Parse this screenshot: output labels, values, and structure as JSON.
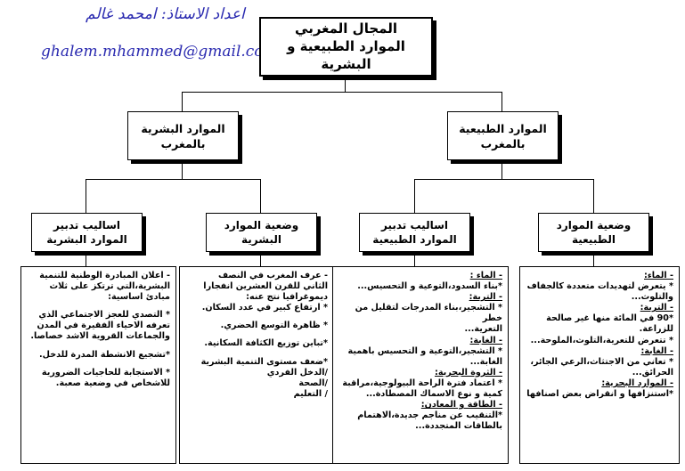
{
  "author": {
    "name": "اعداد الاستاذ: امحمد غالم",
    "email": "ghalem.mhammed@gmail.com"
  },
  "root": {
    "title": "المجال المغربي",
    "subtitle": "الموارد الطبيعية و البشرية"
  },
  "branches": {
    "human": {
      "line1": "الموارد البشرية",
      "line2": "بالمغرب"
    },
    "natural": {
      "line1": "الموارد الطبيعية",
      "line2": "بالمغرب"
    }
  },
  "subs": {
    "human_methods": {
      "line1": "اساليب تدبير",
      "line2": "الموارد البشرية"
    },
    "human_status": {
      "line1": "وضعية الموارد",
      "line2": "البشرية"
    },
    "natural_methods": {
      "line1": "اساليب تدبير",
      "line2": "الموارد الطبيعية"
    },
    "natural_status": {
      "line1": "وضعية الموارد",
      "line2": "الطبيعية"
    }
  },
  "details": {
    "human_methods": [
      "- اعلان المبادرة الوطنية للتنمية",
      "البشرية،التي ترتكز على ثلاث",
      "مبادئ اساسية:",
      "",
      "* التصدي للعجز الاجتماعي الذي",
      "تعرفه الاحياء الفقيرة في المدن",
      "والجماعات القروية الاشد خصاصا.",
      "",
      "*تشجيع الانشطة المدرة للدخل.",
      "",
      "* الاستجابة للحاجيات الضرورية",
      "للاشخاص في وضعية صعبة."
    ],
    "human_status": [
      "- عرف المغرب في النصف",
      "الثاني للقرن العشرين انفجارا",
      "ديموغرافيا نتج عنه:",
      "* ارتفاع كبير في عدد السكان.",
      "",
      "* ظاهرة التوسع الحضري.",
      "",
      "*تباين توزيع الكثافة السكانية.",
      "",
      "*ضعف مستوى التنمية البشرية",
      "/الدخل الفردي",
      "/الصحة",
      "/ التعليم"
    ],
    "natural_methods": [
      "- الماء :",
      "*بناء السدود،التوعية و التحسيس...",
      "- التربة:",
      "* التشجير،بناء المدرجات لتقليل من خطر",
      "التعرية...",
      "- الغابة:",
      "* التشجير،التوعية و التحسيس باهمية",
      "الغابة...",
      "- الثروة البحرية:",
      "* اعتماد فترة الراحة البيولوجية،مراقبة",
      "كمية و نوع الاسماك المصطادة...",
      "- الطاقة و المعادن:",
      "*التنقيب عن مناجم جديدة،الاهتمام",
      "بالطاقات المتجددة..."
    ],
    "natural_status": [
      "- الماء:",
      "* يتعرض لتهديدات متعددة كالجفاف",
      "والتلوث...",
      "- التربة:",
      "*90 في المائة منها غير صالحة",
      "للزراعة.",
      "* تتعرض للتعرية،التلوث،الملوحة...",
      "- الغابة:",
      "* تعاني من الاجتثاث،الرعي الجائر،",
      "الحرائق...",
      "- الموارد البحرية:",
      "*استنزافها و انقراض بعض اصنافها"
    ]
  }
}
